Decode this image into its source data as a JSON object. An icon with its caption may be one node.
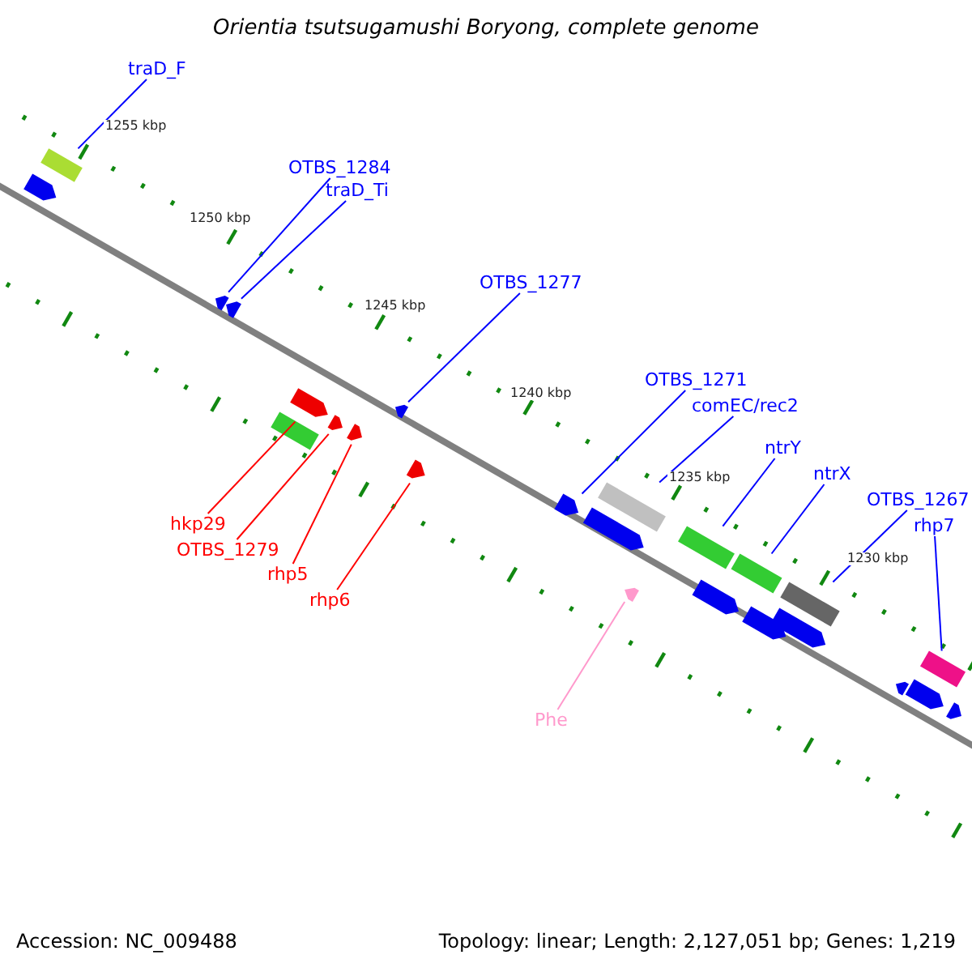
{
  "diagram": {
    "title": "Orientia tsutsugamushi Boryong, complete genome",
    "nodes": [
      {
        "text": [
          "traD_F"
        ]
      },
      {
        "text": [
          "OTBS_1284"
        ]
      },
      {
        "text": [
          "traD_Ti"
        ]
      },
      {
        "text": [
          "OTBS_1277"
        ]
      },
      {
        "text": [
          "OTBS_1271"
        ]
      },
      {
        "text": [
          "comEC/rec2"
        ]
      },
      {
        "text": [
          "ntrY"
        ]
      },
      {
        "text": [
          "ntrX"
        ]
      },
      {
        "text": [
          "OTBS_1267"
        ]
      },
      {
        "text": [
          "rhp7"
        ]
      },
      {
        "text": [
          "Phe"
        ]
      },
      {
        "text": [
          "hkp29"
        ]
      },
      {
        "text": [
          "OTBS_1279"
        ]
      },
      {
        "text": [
          "rhp5"
        ]
      },
      {
        "text": [
          "rhp6"
        ]
      },
      {
        "text": [],
        "shape": "box"
      },
      {
        "text": [],
        "shape": "arrow"
      },
      {
        "text": [],
        "shape": "arrow"
      },
      {
        "text": [],
        "shape": "arrow"
      },
      {
        "text": [],
        "shape": "arrow"
      },
      {
        "text": [],
        "shape": "box"
      },
      {
        "text": [],
        "shape": "box"
      },
      {
        "text": [],
        "shape": "box"
      },
      {
        "text": [],
        "shape": "box"
      },
      {
        "text": [],
        "shape": "box"
      },
      {
        "text": [],
        "shape": "arrow"
      },
      {
        "text": [],
        "shape": "arrow"
      },
      {
        "text": [],
        "shape": "arrow"
      },
      {
        "text": [],
        "shape": "arrow"
      },
      {
        "text": [],
        "shape": "arrow"
      },
      {
        "text": [],
        "shape": "arrow"
      },
      {
        "text": [],
        "shape": "box"
      },
      {
        "text": [],
        "shape": "arrow"
      },
      {
        "text": [],
        "shape": "arrow"
      },
      {
        "text": [],
        "shape": "arrow"
      },
      {
        "text": [],
        "shape": "arrow"
      },
      {
        "text": [],
        "shape": "arrow"
      },
      {
        "text": [],
        "shape": "arrow"
      },
      {
        "text": [],
        "shape": "arrow"
      }
    ],
    "edges": [
      {
        "from": 0,
        "to": 15,
        "arrow": "none"
      },
      {
        "from": 1,
        "to": 16,
        "arrow": "none"
      },
      {
        "from": 2,
        "to": 17,
        "arrow": "none"
      },
      {
        "from": 3,
        "to": 18,
        "arrow": "none"
      },
      {
        "from": 4,
        "to": 19,
        "arrow": "none"
      },
      {
        "from": 5,
        "to": 20,
        "arrow": "none"
      },
      {
        "from": 6,
        "to": 21,
        "arrow": "none"
      },
      {
        "from": 7,
        "to": 22,
        "arrow": "none"
      },
      {
        "from": 8,
        "to": 23,
        "arrow": "none"
      },
      {
        "from": 9,
        "to": 24,
        "arrow": "none"
      },
      {
        "from": 10,
        "to": 25,
        "arrow": "none",
        "color": "#ff99cc"
      },
      {
        "from": 11,
        "to": 26,
        "arrow": "none",
        "color": "#ff0000"
      },
      {
        "from": 12,
        "to": 27,
        "arrow": "none",
        "color": "#ff0000"
      },
      {
        "from": 13,
        "to": 28,
        "arrow": "none",
        "color": "#ff0000"
      },
      {
        "from": 14,
        "to": 29,
        "arrow": "none",
        "color": "#ff0000"
      }
    ],
    "labels": [
      "1255 kbp",
      "1250 kbp",
      "1245 kbp",
      "1240 kbp",
      "1235 kbp",
      "1230 kbp",
      "Accession: NC_009488",
      "Topology: linear; Length: 2,127,051 bp; Genes: 1,219"
    ]
  }
}
